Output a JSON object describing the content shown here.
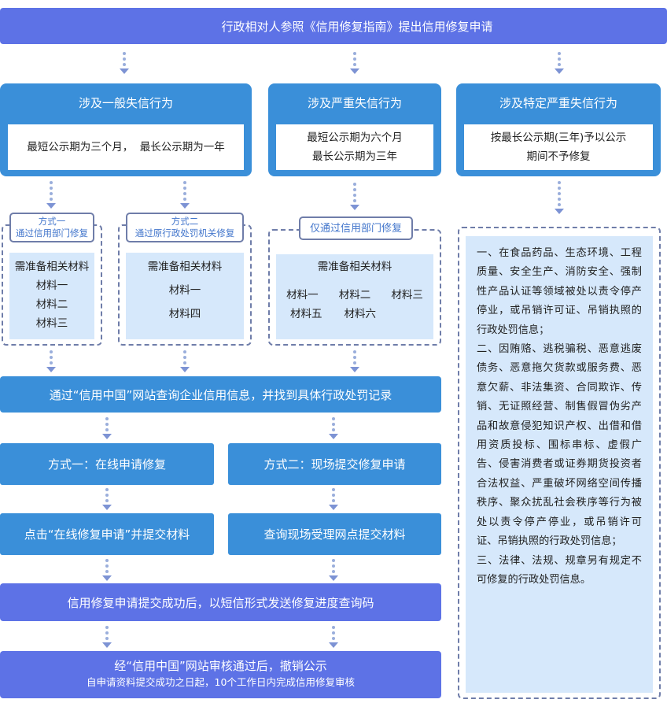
{
  "header": "行政相对人参照《信用修复指南》提出信用修复申请",
  "columns": [
    {
      "title": "涉及一般失信行为",
      "desc": [
        "最短公示期为三个月，  最长公示期为一年"
      ]
    },
    {
      "title": "涉及严重失信行为",
      "desc": [
        "最短公示期为六个月",
        "最长公示期为三年"
      ]
    },
    {
      "title": "涉及特定严重失信行为",
      "desc": [
        "按最长公示期(三年)予以公示",
        "期间不予修复"
      ]
    }
  ],
  "methods": [
    {
      "tag": [
        "方式一",
        "通过信用部门修复"
      ],
      "materials": [
        "需准备相关材料",
        "材料一",
        "材料二",
        "材料三"
      ]
    },
    {
      "tag": [
        "方式二",
        "通过原行政处罚机关修复"
      ],
      "materials": [
        "需准备相关材料",
        "材料一",
        "材料四"
      ]
    },
    {
      "tag": [
        "仅通过信用部门修复"
      ],
      "materials_title": "需准备相关材料",
      "materials": [
        "材料一",
        "材料二",
        "材料三",
        "材料五",
        "材料六"
      ]
    }
  ],
  "query": "通过“信用中国”网站查询企业信用信息，并找到具体行政处罚记录",
  "apply_online": "方式一：在线申请修复",
  "apply_onsite": "方式二：现场提交修复申请",
  "online_step": "点击“在线修复申请”并提交材料",
  "onsite_step": "查询现场受理网点提交材料",
  "sms": "信用修复申请提交成功后，以短信形式发送修复进度查询码",
  "final_title": "经“信用中国”网站审核通过后，撤销公示",
  "final_sub": "自申请资料提交成功之日起，10个工作日内完成信用修复审核",
  "special_list": [
    "一、在食品药品、生态环境、工程质量、安全生产、消防安全、强制性产品认证等领域被处以责令停产停业，或吊销许可证、吊销执照的行政处罚信息；",
    "二、因贿赂、逃税骗税、恶意逃废债务、恶意拖欠货款或服务费、恶意欠薪、非法集资、合同欺诈、传销、无证照经营、制售假冒伪劣产品和故意侵犯知识产权、出借和借用资质投标、围标串标、虚假广告、侵害消费者或证券期货投资者合法权益、严重破坏网络空间传播秩序、聚众扰乱社会秩序等行为被处以责令停产停业，或吊销许可证、吊销执照的行政处罚信息；",
    "三、法律、法规、规章另有规定不可修复的行政处罚信息。"
  ],
  "colors": {
    "blue": "#3a8fd9",
    "indigo": "#5d72e6",
    "light": "#d6e8fb",
    "dash": "#6f7da9"
  }
}
